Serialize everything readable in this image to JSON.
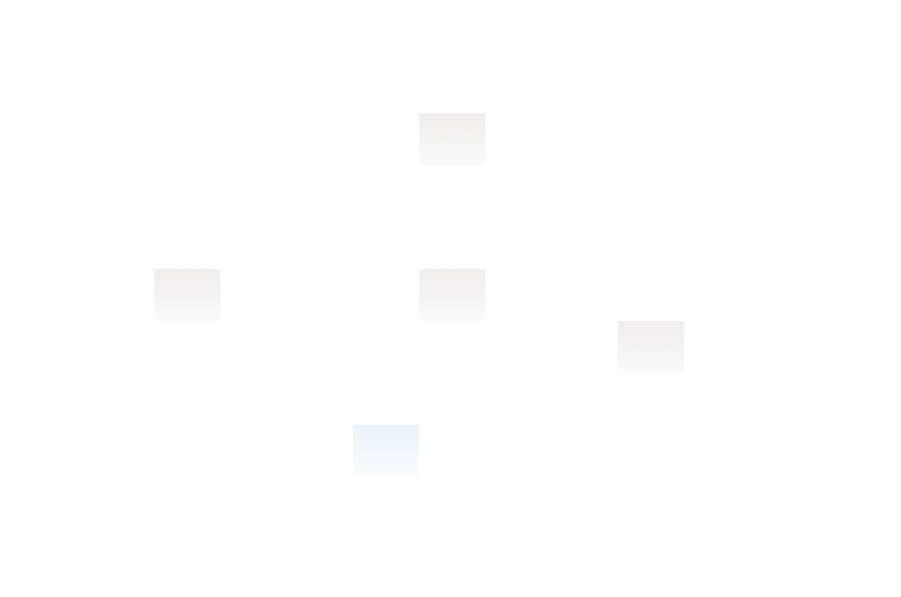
{
  "canvas": {
    "background_color": "#ffffff"
  },
  "tiles": [
    {
      "id": "tile-1",
      "style": "neutral",
      "color_top": "#f0eeed"
    },
    {
      "id": "tile-2",
      "style": "neutral",
      "color_top": "#f0eeed"
    },
    {
      "id": "tile-3",
      "style": "neutral",
      "color_top": "#f0eeed"
    },
    {
      "id": "tile-4",
      "style": "neutral",
      "color_top": "#f0eeed"
    },
    {
      "id": "tile-5",
      "style": "highlighted",
      "color_top": "#eaf4fb"
    }
  ]
}
